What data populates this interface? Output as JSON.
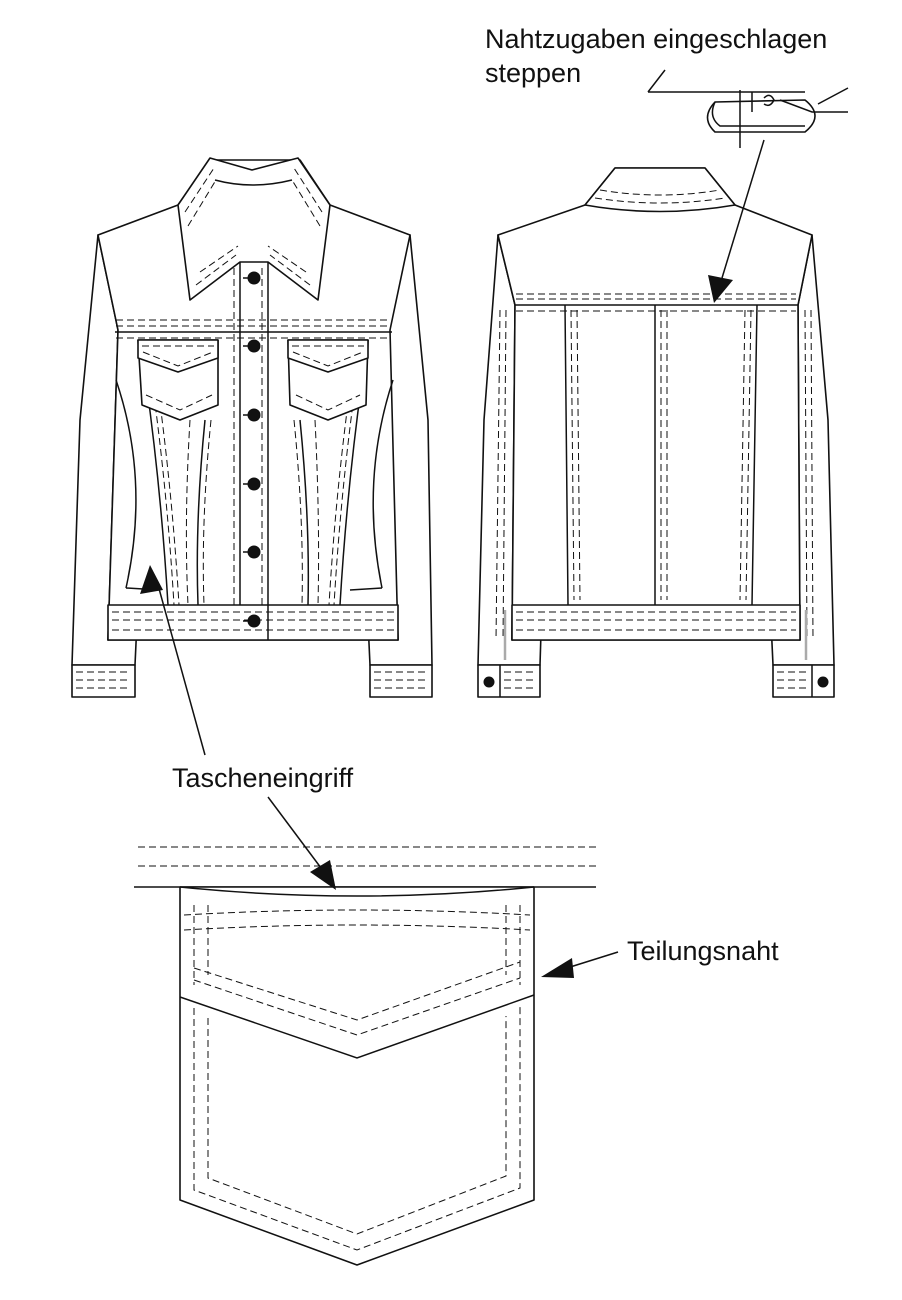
{
  "labels": {
    "fold_note_line1": "Nahtzugaben eingeschlagen",
    "fold_note_line2": "steppen",
    "pocket_opening": "Tascheneingriff",
    "dividing_seam": "Teilungsnaht"
  }
}
